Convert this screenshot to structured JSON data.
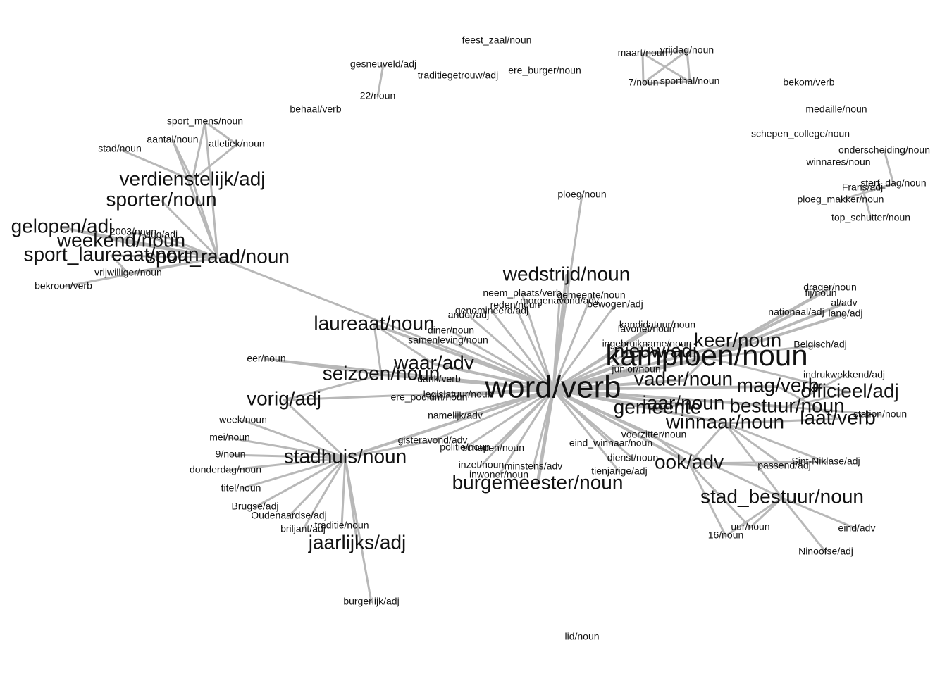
{
  "nodes": [
    {
      "id": "word",
      "label": "word/verb",
      "size": 44
    },
    {
      "id": "kampioen",
      "label": "kampioen/noun",
      "size": 42
    },
    {
      "id": "burgemeester",
      "label": "burgemeester/noun",
      "size": 28
    },
    {
      "id": "stad_bestuur",
      "label": "stad_bestuur/noun",
      "size": 28
    },
    {
      "id": "stadhuis",
      "label": "stadhuis/noun",
      "size": 28
    },
    {
      "id": "jaarlijks",
      "label": "jaarlijks/adj",
      "size": 28
    },
    {
      "id": "vorig",
      "label": "vorig/adj",
      "size": 28
    },
    {
      "id": "seizoen",
      "label": "seizoen/noun",
      "size": 28
    },
    {
      "id": "laureaat",
      "label": "laureaat/noun",
      "size": 28
    },
    {
      "id": "waar",
      "label": "waar/adv",
      "size": 28
    },
    {
      "id": "wedstrijd",
      "label": "wedstrijd/noun",
      "size": 28
    },
    {
      "id": "verdienstelijk",
      "label": "verdienstelijk/adj",
      "size": 28
    },
    {
      "id": "sporter",
      "label": "sporter/noun",
      "size": 28
    },
    {
      "id": "gelopen",
      "label": "gelopen/adj",
      "size": 28
    },
    {
      "id": "weekend",
      "label": "weekend/noun",
      "size": 28
    },
    {
      "id": "sport_laureaat",
      "label": "sport_laureaat/noun",
      "size": 28
    },
    {
      "id": "sport_raad",
      "label": "sport_raad/noun",
      "size": 28
    },
    {
      "id": "keer",
      "label": "keer/noun",
      "size": 28
    },
    {
      "id": "vader",
      "label": "vader/noun",
      "size": 28
    },
    {
      "id": "mag",
      "label": "mag/verb",
      "size": 28
    },
    {
      "id": "officieel",
      "label": "officieel/adj",
      "size": 28
    },
    {
      "id": "gemeente",
      "label": "gemeente",
      "size": 28
    },
    {
      "id": "jaar",
      "label": "jaar/noun",
      "size": 28
    },
    {
      "id": "bestuur",
      "label": "bestuur/noun",
      "size": 28
    },
    {
      "id": "laat",
      "label": "laat/verb",
      "size": 28
    },
    {
      "id": "winnaar",
      "label": "winnaar/noun",
      "size": 28
    },
    {
      "id": "ook",
      "label": "ook/adv",
      "size": 28
    },
    {
      "id": "nieuw",
      "label": "nieuw/adj",
      "size": 28
    },
    {
      "id": "feest_zaal",
      "label": "feest_zaal/noun",
      "size": 14
    },
    {
      "id": "gesneuveld",
      "label": "gesneuveld/adj",
      "size": 14
    },
    {
      "id": "traditiegetrouw",
      "label": "traditiegetrouw/adj",
      "size": 14
    },
    {
      "id": "ere_burger",
      "label": "ere_burger/noun",
      "size": 14
    },
    {
      "id": "n22",
      "label": "22/noun",
      "size": 14
    },
    {
      "id": "behaal",
      "label": "behaal/verb",
      "size": 14
    },
    {
      "id": "maart",
      "label": "maart/noun",
      "size": 14
    },
    {
      "id": "vrijdag",
      "label": "vrijdag/noun",
      "size": 14
    },
    {
      "id": "n7",
      "label": "7/noun",
      "size": 14
    },
    {
      "id": "sporthal",
      "label": "sporthal/noun",
      "size": 14
    },
    {
      "id": "bekom",
      "label": "bekom/verb",
      "size": 14
    },
    {
      "id": "medaille",
      "label": "medaille/noun",
      "size": 14
    },
    {
      "id": "schepen_college",
      "label": "schepen_college/noun",
      "size": 14
    },
    {
      "id": "onderscheiding",
      "label": "onderscheiding/noun",
      "size": 14
    },
    {
      "id": "winnares",
      "label": "winnares/noun",
      "size": 14
    },
    {
      "id": "sterf_dag",
      "label": "sterf_dag/noun",
      "size": 14
    },
    {
      "id": "frans",
      "label": "Frans/adj",
      "size": 14
    },
    {
      "id": "ploeg_makker",
      "label": "ploeg_makker/noun",
      "size": 14
    },
    {
      "id": "top_schutter",
      "label": "top_schutter/noun",
      "size": 14
    },
    {
      "id": "ploeg",
      "label": "ploeg/noun",
      "size": 14
    },
    {
      "id": "sport_mens",
      "label": "sport_mens/noun",
      "size": 14
    },
    {
      "id": "aantal",
      "label": "aantal/noun",
      "size": 14
    },
    {
      "id": "atletiek",
      "label": "atletiek/noun",
      "size": 14
    },
    {
      "id": "stad",
      "label": "stad/noun",
      "size": 14
    },
    {
      "id": "n2003",
      "label": "2003/noun",
      "size": 14
    },
    {
      "id": "vlug",
      "label": "vlug/adj",
      "size": 14
    },
    {
      "id": "vrijwilliger",
      "label": "vrijwilliger/noun",
      "size": 14
    },
    {
      "id": "bekroon",
      "label": "bekroon/verb",
      "size": 14
    },
    {
      "id": "neem_plaats",
      "label": "neem_plaats/verb",
      "size": 14
    },
    {
      "id": "gemeente2",
      "label": "gemeente/noun",
      "size": 14
    },
    {
      "id": "morgenavond",
      "label": "morgenavond/adv",
      "size": 14
    },
    {
      "id": "reden",
      "label": "reden/noun",
      "size": 14
    },
    {
      "id": "genomineerd",
      "label": "genomineerd/adj",
      "size": 14
    },
    {
      "id": "ander",
      "label": "ander/adj",
      "size": 14
    },
    {
      "id": "bewogen",
      "label": "bewogen/adj",
      "size": 14
    },
    {
      "id": "kandidatuur",
      "label": "kandidatuur/noun",
      "size": 14
    },
    {
      "id": "favoriet",
      "label": "favoriet/noun",
      "size": 14
    },
    {
      "id": "diner",
      "label": "diner/noun",
      "size": 14
    },
    {
      "id": "samenleving",
      "label": "samenleving/noun",
      "size": 14
    },
    {
      "id": "ingebruikname",
      "label": "ingebruikname/noun",
      "size": 14
    },
    {
      "id": "junior",
      "label": "junior/noun",
      "size": 14
    },
    {
      "id": "dank",
      "label": "dank/verb",
      "size": 14
    },
    {
      "id": "eer",
      "label": "eer/noun",
      "size": 14
    },
    {
      "id": "legislatuur",
      "label": "legislatuur/noun",
      "size": 14
    },
    {
      "id": "ere_podium",
      "label": "ere_podium/noun",
      "size": 14
    },
    {
      "id": "namelijk",
      "label": "namelijk/adv",
      "size": 14
    },
    {
      "id": "week",
      "label": "week/noun",
      "size": 14
    },
    {
      "id": "mei",
      "label": "mei/noun",
      "size": 14
    },
    {
      "id": "n9",
      "label": "9/noun",
      "size": 14
    },
    {
      "id": "donderdag",
      "label": "donderdag/noun",
      "size": 14
    },
    {
      "id": "titel",
      "label": "titel/noun",
      "size": 14
    },
    {
      "id": "brugse",
      "label": "Brugse/adj",
      "size": 14
    },
    {
      "id": "oudenaardse",
      "label": "Oudenaardse/adj",
      "size": 14
    },
    {
      "id": "briljant",
      "label": "briljant/adj",
      "size": 14
    },
    {
      "id": "traditie",
      "label": "traditie/noun",
      "size": 14
    },
    {
      "id": "burgerlijk",
      "label": "burgerlijk/adj",
      "size": 14
    },
    {
      "id": "gisteravond",
      "label": "gisteravond/adv",
      "size": 14
    },
    {
      "id": "politie",
      "label": "politie/noun",
      "size": 14
    },
    {
      "id": "schepen",
      "label": "schepen/noun",
      "size": 14
    },
    {
      "id": "inzet",
      "label": "inzet/noun",
      "size": 14
    },
    {
      "id": "minstens",
      "label": "minstens/adv",
      "size": 14
    },
    {
      "id": "inwoner",
      "label": "inwoner/noun",
      "size": 14
    },
    {
      "id": "eind_winnaar",
      "label": "eind_winnaar/noun",
      "size": 14
    },
    {
      "id": "voorzitter",
      "label": "voorzitter/noun",
      "size": 14
    },
    {
      "id": "dienst",
      "label": "dienst/noun",
      "size": 14
    },
    {
      "id": "tienjarige",
      "label": "tienjarige/adj",
      "size": 14
    },
    {
      "id": "drager",
      "label": "drager/noun",
      "size": 14
    },
    {
      "id": "fij",
      "label": "fij/noun",
      "size": 14
    },
    {
      "id": "al",
      "label": "al/adv",
      "size": 14
    },
    {
      "id": "nationaal",
      "label": "nationaal/adj",
      "size": 14
    },
    {
      "id": "lang",
      "label": "lang/adj",
      "size": 14
    },
    {
      "id": "belgisch",
      "label": "Belgisch/adj",
      "size": 14
    },
    {
      "id": "indrukwekkend",
      "label": "indrukwekkend/adj",
      "size": 14
    },
    {
      "id": "station",
      "label": "station/noun",
      "size": 14
    },
    {
      "id": "passend",
      "label": "passend/adj",
      "size": 14
    },
    {
      "id": "sint_niklase",
      "label": "Sint-Niklase/adj",
      "size": 14
    },
    {
      "id": "uur",
      "label": "uur/noun",
      "size": 14
    },
    {
      "id": "n16",
      "label": "16/noun",
      "size": 14
    },
    {
      "id": "eind",
      "label": "eind/adv",
      "size": 14
    },
    {
      "id": "ninoofse",
      "label": "Ninoofse/adj",
      "size": 14
    },
    {
      "id": "lid",
      "label": "lid/noun",
      "size": 14
    }
  ],
  "edges": [
    [
      "word",
      "kampioen",
      6
    ],
    [
      "word",
      "burgemeester",
      5
    ],
    [
      "word",
      "stadhuis",
      4
    ],
    [
      "word",
      "laureaat",
      4
    ],
    [
      "word",
      "seizoen",
      4
    ],
    [
      "word",
      "waar",
      4
    ],
    [
      "word",
      "wedstrijd",
      4
    ],
    [
      "word",
      "ploeg",
      3
    ],
    [
      "word",
      "vader",
      4
    ],
    [
      "word",
      "gemeente",
      4
    ],
    [
      "word",
      "jaar",
      4
    ],
    [
      "word",
      "winnaar",
      4
    ],
    [
      "word",
      "ook",
      4
    ],
    [
      "word",
      "nieuw",
      5
    ],
    [
      "word",
      "keer",
      4
    ],
    [
      "word",
      "mag",
      4
    ],
    [
      "word",
      "bestuur",
      4
    ],
    [
      "word",
      "sport_raad",
      3
    ],
    [
      "word",
      "vorig",
      3
    ],
    [
      "word",
      "neem_plaats",
      3
    ],
    [
      "word",
      "gemeente2",
      3
    ],
    [
      "word",
      "morgenavond",
      3
    ],
    [
      "word",
      "reden",
      3
    ],
    [
      "word",
      "genomineerd",
      3
    ],
    [
      "word",
      "ander",
      3
    ],
    [
      "word",
      "bewogen",
      3
    ],
    [
      "word",
      "kandidatuur",
      3
    ],
    [
      "word",
      "favoriet",
      3
    ],
    [
      "word",
      "diner",
      3
    ],
    [
      "word",
      "samenleving",
      3
    ],
    [
      "word",
      "ingebruikname",
      3
    ],
    [
      "word",
      "junior",
      3
    ],
    [
      "word",
      "dank",
      3
    ],
    [
      "word",
      "eer",
      3
    ],
    [
      "word",
      "legislatuur",
      3
    ],
    [
      "word",
      "ere_podium",
      3
    ],
    [
      "word",
      "namelijk",
      3
    ],
    [
      "word",
      "gisteravond",
      3
    ],
    [
      "word",
      "politie",
      3
    ],
    [
      "word",
      "schepen",
      3
    ],
    [
      "word",
      "inzet",
      3
    ],
    [
      "word",
      "minstens",
      3
    ],
    [
      "word",
      "inwoner",
      3
    ],
    [
      "word",
      "eind_winnaar",
      3
    ],
    [
      "word",
      "voorzitter",
      3
    ],
    [
      "word",
      "dienst",
      3
    ],
    [
      "word",
      "tienjarige",
      3
    ],
    [
      "word",
      "stad_bestuur",
      3
    ],
    [
      "kampioen",
      "drager",
      4
    ],
    [
      "kampioen",
      "fij",
      4
    ],
    [
      "kampioen",
      "al",
      4
    ],
    [
      "kampioen",
      "nationaal",
      4
    ],
    [
      "kampioen",
      "lang",
      4
    ],
    [
      "kampioen",
      "belgisch",
      3
    ],
    [
      "kampioen",
      "officieel",
      3
    ],
    [
      "kampioen",
      "keer",
      3
    ],
    [
      "kampioen",
      "nieuw",
      3
    ],
    [
      "kampioen",
      "vader",
      3
    ],
    [
      "winnaar",
      "stad_bestuur",
      3
    ],
    [
      "winnaar",
      "ook",
      3
    ],
    [
      "winnaar",
      "passend",
      3
    ],
    [
      "winnaar",
      "sint_niklase",
      3
    ],
    [
      "winnaar",
      "laat",
      3
    ],
    [
      "bestuur",
      "officieel",
      3
    ],
    [
      "bestuur",
      "indrukwekkend",
      3
    ],
    [
      "bestuur",
      "station",
      3
    ],
    [
      "mag",
      "laat",
      3
    ],
    [
      "jaar",
      "gemeente",
      3
    ],
    [
      "stad_bestuur",
      "uur",
      3
    ],
    [
      "stad_bestuur",
      "n16",
      3
    ],
    [
      "stad_bestuur",
      "eind",
      3
    ],
    [
      "stad_bestuur",
      "ninoofse",
      3
    ],
    [
      "ook",
      "uur",
      3
    ],
    [
      "ook",
      "n16",
      3
    ],
    [
      "ook",
      "passend",
      3
    ],
    [
      "ook",
      "sint_niklase",
      3
    ],
    [
      "ook",
      "voorzitter",
      3
    ],
    [
      "stadhuis",
      "week",
      3
    ],
    [
      "stadhuis",
      "mei",
      3
    ],
    [
      "stadhuis",
      "n9",
      3
    ],
    [
      "stadhuis",
      "donderdag",
      3
    ],
    [
      "stadhuis",
      "titel",
      3
    ],
    [
      "stadhuis",
      "brugse",
      3
    ],
    [
      "stadhuis",
      "oudenaardse",
      3
    ],
    [
      "stadhuis",
      "briljant",
      3
    ],
    [
      "stadhuis",
      "traditie",
      3
    ],
    [
      "stadhuis",
      "jaarlijks",
      3
    ],
    [
      "stadhuis",
      "burgerlijk",
      3
    ],
    [
      "stadhuis",
      "vorig",
      3
    ],
    [
      "stadhuis",
      "gisteravond",
      3
    ],
    [
      "seizoen",
      "eer",
      3
    ],
    [
      "seizoen",
      "vorig",
      3
    ],
    [
      "laureaat",
      "seizoen",
      3
    ],
    [
      "laureaat",
      "waar",
      3
    ],
    [
      "sport_raad",
      "verdienstelijk",
      3
    ],
    [
      "sport_raad",
      "sporter",
      3
    ],
    [
      "sport_raad",
      "weekend",
      3
    ],
    [
      "sport_raad",
      "sport_laureaat",
      3
    ],
    [
      "sport_raad",
      "vlug",
      3
    ],
    [
      "sport_raad",
      "n2003",
      3
    ],
    [
      "sport_raad",
      "gelopen",
      3
    ],
    [
      "sport_raad",
      "vrijwilliger",
      3
    ],
    [
      "sport_raad",
      "bekroon",
      3
    ],
    [
      "sport_raad",
      "aantal",
      3
    ],
    [
      "sport_raad",
      "sport_mens",
      3
    ],
    [
      "verdienstelijk",
      "stad",
      3
    ],
    [
      "verdienstelijk",
      "aantal",
      3
    ],
    [
      "verdienstelijk",
      "sport_mens",
      3
    ],
    [
      "verdienstelijk",
      "atletiek",
      3
    ],
    [
      "sport_mens",
      "atletiek",
      3
    ],
    [
      "weekend",
      "gelopen",
      3
    ],
    [
      "weekend",
      "n2003",
      3
    ],
    [
      "sport_laureaat",
      "vrijwilliger",
      3
    ],
    [
      "gesneuveld",
      "n22",
      3
    ],
    [
      "maart",
      "vrijdag",
      3
    ],
    [
      "maart",
      "n7",
      3
    ],
    [
      "maart",
      "sporthal",
      3
    ],
    [
      "vrijdag",
      "n7",
      3
    ],
    [
      "vrijdag",
      "sporthal",
      3
    ],
    [
      "n7",
      "sporthal",
      3
    ],
    [
      "sterf_dag",
      "onderscheiding",
      3
    ],
    [
      "sterf_dag",
      "ploeg_makker",
      3
    ],
    [
      "frans",
      "top_schutter",
      3
    ]
  ]
}
